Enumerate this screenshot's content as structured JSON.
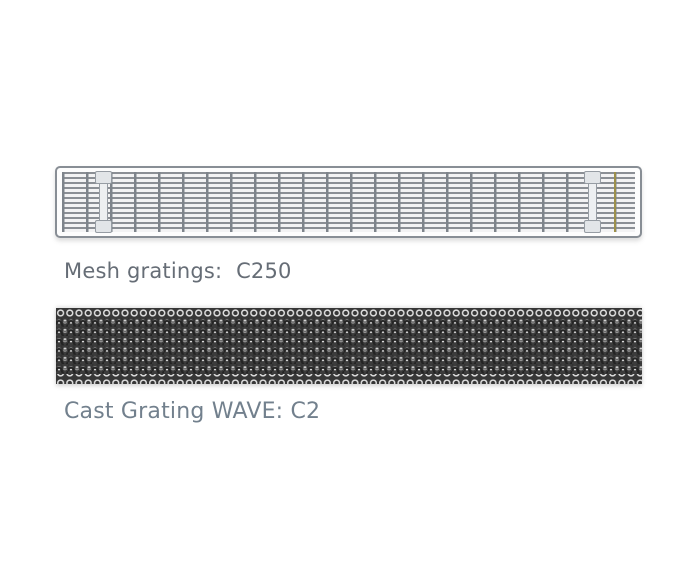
{
  "page": {
    "background_color": "#ffffff"
  },
  "figures": [
    {
      "name": "mesh-grating",
      "caption": "Mesh gratings:  C250",
      "caption_color": "#666d76",
      "frame_color": "#888e95",
      "grid_bar_color": "#7e848b",
      "seal_line_color": "#a2923e"
    },
    {
      "name": "cast-grating-wave",
      "caption": "Cast Grating WAVE: C2",
      "caption_color": "#72808d",
      "texture_dark_color": "#3c3c3c",
      "texture_light_color": "#e9e9e9"
    }
  ]
}
